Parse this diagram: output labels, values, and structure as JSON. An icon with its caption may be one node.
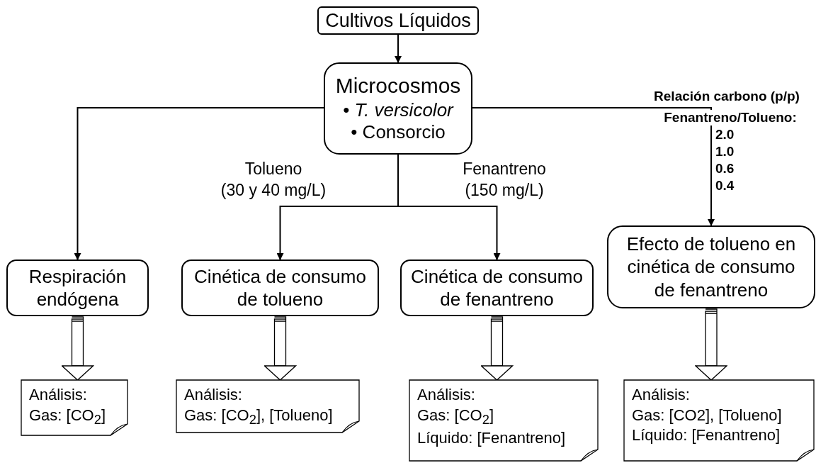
{
  "diagram": {
    "nodes": [
      {
        "text": [
          "Cultivos Líquidos"
        ]
      },
      {
        "text": [
          "Microcosmos",
          "• *T. versicolor*",
          "• Consorcio"
        ]
      },
      {
        "text": [
          "Respiración endógena"
        ]
      },
      {
        "text": [
          "Cinética de consumo de tolueno"
        ]
      },
      {
        "text": [
          "Cinética de consumo de fenantreno"
        ]
      },
      {
        "text": [
          "Efecto de tolueno en cinética de consumo de fenantreno"
        ]
      },
      {
        "text": [
          "Análisis:",
          "Gas: [CO$_{2}$]"
        ]
      },
      {
        "text": [
          "Análisis:",
          "Gas: [CO$_{2}$], [Tolueno]"
        ]
      },
      {
        "text": [
          "Análisis:",
          "Gas: [CO$_{2}$]",
          "Líquido: [Fenantreno]"
        ]
      },
      {
        "text": [
          "Análisis:",
          "Gas: [CO2], [Tolueno]",
          "Líquido: [Fenantreno]"
        ]
      }
    ],
    "edges": [
      {
        "from": 0,
        "to": 1,
        "arrow": "to"
      },
      {
        "from": 1,
        "to": 2,
        "arrow": "to"
      },
      {
        "from": 1,
        "to": 3,
        "arrow": "to"
      },
      {
        "from": 1,
        "to": 4,
        "arrow": "to"
      },
      {
        "from": 1,
        "to": 5,
        "arrow": "to"
      },
      {
        "from": 2,
        "to": 6,
        "arrow": "to"
      },
      {
        "from": 3,
        "to": 7,
        "arrow": "to"
      },
      {
        "from": 4,
        "to": 8,
        "arrow": "to"
      },
      {
        "from": 5,
        "to": 9,
        "arrow": "to"
      }
    ],
    "labels": [
      "Tolueno",
      "(30 y 40 mg/L)",
      "Fenantreno",
      "(150 mg/L)",
      "Relación carbono (p/p)",
      "Fenantreno/Tolueno:",
      "2.0",
      "1.0",
      "0.6",
      "0.4"
    ]
  }
}
